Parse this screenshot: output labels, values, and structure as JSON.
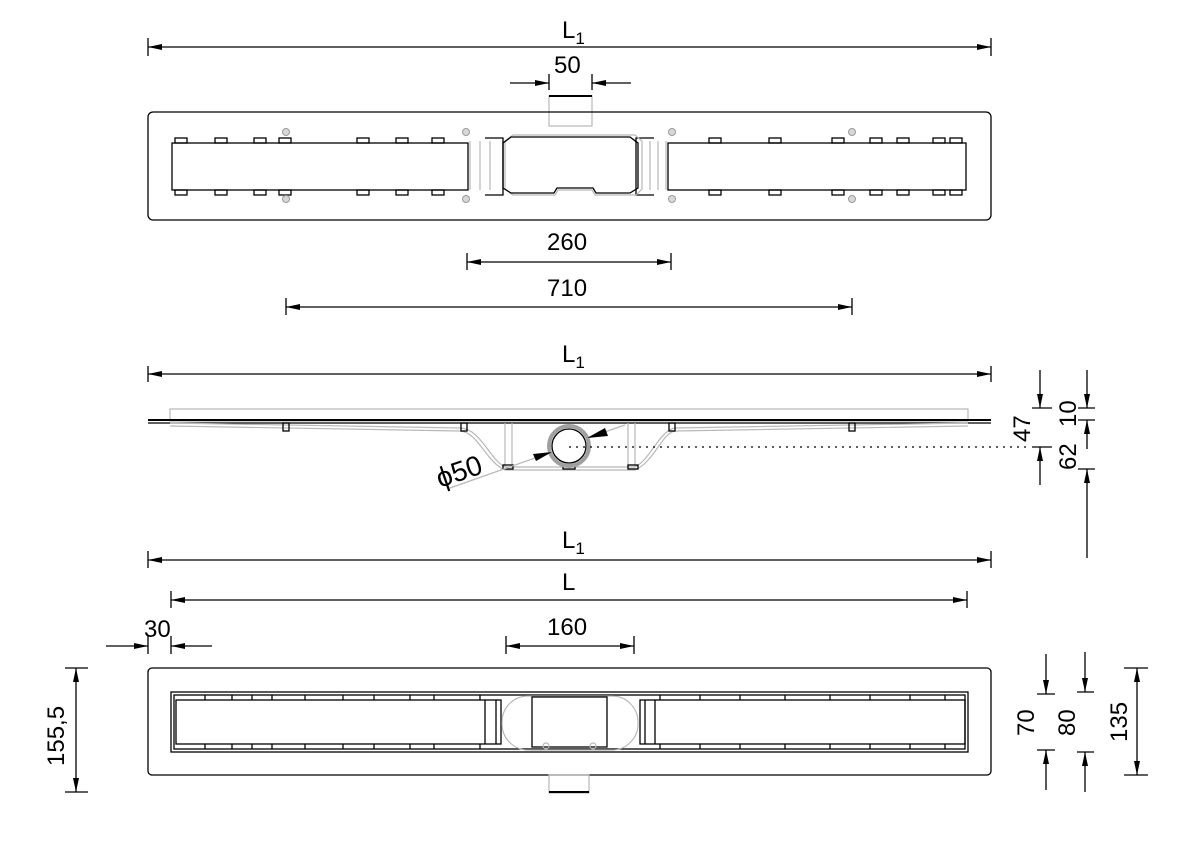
{
  "drawing": {
    "top_view": {
      "overall_label": "L",
      "overall_sub": "1",
      "outlet_width": "50",
      "inner_span": "260",
      "fixing_span": "710"
    },
    "side_view": {
      "overall_label": "L",
      "overall_sub": "1",
      "pipe_diameter": "ϕ50",
      "dim_47": "47",
      "dim_10": "10",
      "dim_62": "62"
    },
    "bottom_view": {
      "overall_label": "L",
      "overall_sub": "1",
      "length_label": "L",
      "edge_offset": "30",
      "sump_width": "160",
      "total_width": "155,5",
      "dim_70": "70",
      "dim_80": "80",
      "dim_135": "135"
    }
  },
  "colors": {
    "line": "#000000",
    "hidden_line": "#b8b8b8",
    "background": "#ffffff"
  }
}
